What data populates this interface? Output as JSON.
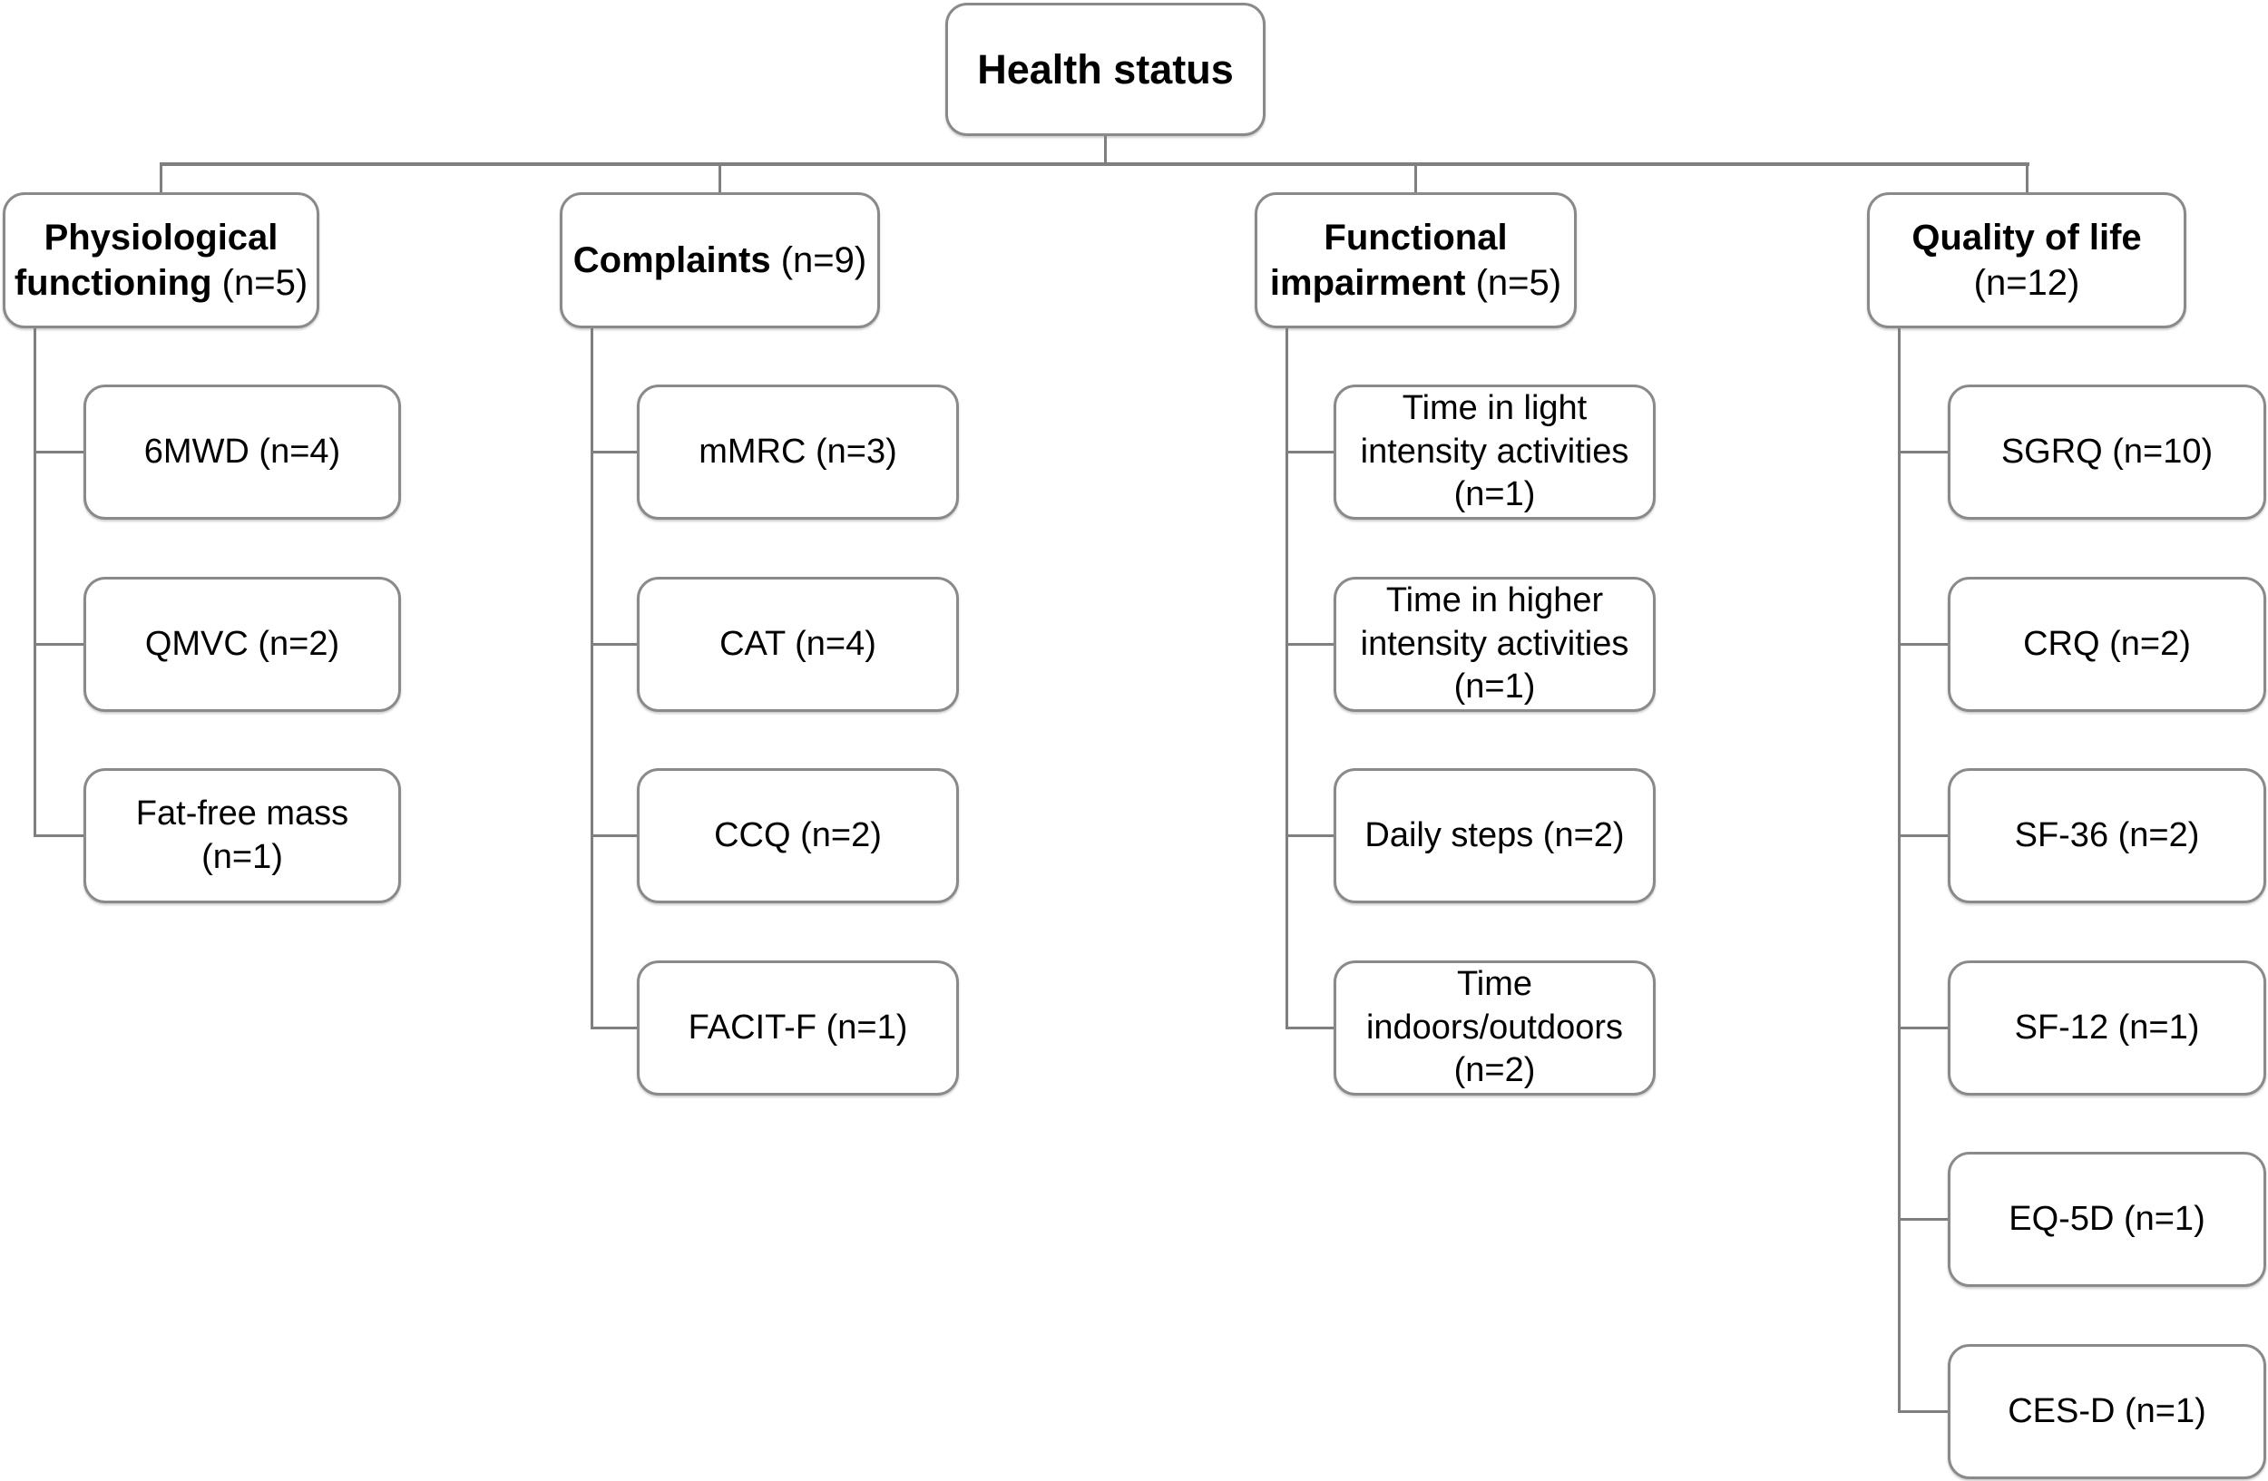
{
  "figure": {
    "description": "Flowchart of health status measurement instruments grouped in four categories",
    "background": "#ffffff",
    "box_fill": "#ffffff",
    "box_border_color": "#8a8a8a",
    "connector_color": "#7f7f7f",
    "text_color": "#000000"
  },
  "root": {
    "id": "health-status",
    "label": "Health status"
  },
  "columns": [
    {
      "id": "physiological-functioning",
      "header": {
        "lines": [
          [
            {
              "text": "Physiological",
              "bold": true
            }
          ],
          [
            {
              "text": "functioning",
              "bold": true
            },
            {
              "text": " (n=5)",
              "bold": false
            }
          ]
        ]
      },
      "children": [
        {
          "id": "6mwd",
          "lines": [
            [
              {
                "text": "6MWD (n=4)",
                "bold": false
              }
            ]
          ]
        },
        {
          "id": "qmvc",
          "lines": [
            [
              {
                "text": "QMVC (n=2)",
                "bold": false
              }
            ]
          ]
        },
        {
          "id": "fat-free-mass",
          "lines": [
            [
              {
                "text": "Fat-free mass",
                "bold": false
              }
            ],
            [
              {
                "text": "(n=1)",
                "bold": false
              }
            ]
          ]
        }
      ]
    },
    {
      "id": "complaints",
      "header": {
        "lines": [
          [
            {
              "text": "Complaints",
              "bold": true
            },
            {
              "text": " (n=9)",
              "bold": false
            }
          ]
        ]
      },
      "children": [
        {
          "id": "mmrc",
          "lines": [
            [
              {
                "text": "mMRC (n=3)",
                "bold": false
              }
            ]
          ]
        },
        {
          "id": "cat",
          "lines": [
            [
              {
                "text": "CAT (n=4)",
                "bold": false
              }
            ]
          ]
        },
        {
          "id": "ccq",
          "lines": [
            [
              {
                "text": "CCQ (n=2)",
                "bold": false
              }
            ]
          ]
        },
        {
          "id": "facit-f",
          "lines": [
            [
              {
                "text": "FACIT-F (n=1)",
                "bold": false
              }
            ]
          ]
        }
      ]
    },
    {
      "id": "functional-impairment",
      "header": {
        "lines": [
          [
            {
              "text": "Functional",
              "bold": true
            }
          ],
          [
            {
              "text": "impairment",
              "bold": true
            },
            {
              "text": " (n=5)",
              "bold": false
            }
          ]
        ]
      },
      "children": [
        {
          "id": "time-in-light-intensity-activities",
          "lines": [
            [
              {
                "text": "Time in light",
                "bold": false
              }
            ],
            [
              {
                "text": "intensity activities",
                "bold": false
              }
            ],
            [
              {
                "text": "(n=1)",
                "bold": false
              }
            ]
          ]
        },
        {
          "id": "time-in-higher-intensity-activities",
          "lines": [
            [
              {
                "text": "Time in higher",
                "bold": false
              }
            ],
            [
              {
                "text": "intensity activities",
                "bold": false
              }
            ],
            [
              {
                "text": "(n=1)",
                "bold": false
              }
            ]
          ]
        },
        {
          "id": "daily-steps",
          "lines": [
            [
              {
                "text": "Daily steps (n=2)",
                "bold": false
              }
            ]
          ]
        },
        {
          "id": "time-indoors-outdoors",
          "lines": [
            [
              {
                "text": "Time",
                "bold": false
              }
            ],
            [
              {
                "text": "indoors/outdoors",
                "bold": false
              }
            ],
            [
              {
                "text": "(n=2)",
                "bold": false
              }
            ]
          ]
        }
      ]
    },
    {
      "id": "quality-of-life",
      "header": {
        "lines": [
          [
            {
              "text": "Quality of life",
              "bold": true
            }
          ],
          [
            {
              "text": "(n=12)",
              "bold": false
            }
          ]
        ]
      },
      "children": [
        {
          "id": "sgrq",
          "lines": [
            [
              {
                "text": "SGRQ (n=10)",
                "bold": false
              }
            ]
          ]
        },
        {
          "id": "crq",
          "lines": [
            [
              {
                "text": "CRQ (n=2)",
                "bold": false
              }
            ]
          ]
        },
        {
          "id": "sf-36",
          "lines": [
            [
              {
                "text": "SF-36 (n=2)",
                "bold": false
              }
            ]
          ]
        },
        {
          "id": "sf-12",
          "lines": [
            [
              {
                "text": "SF-12 (n=1)",
                "bold": false
              }
            ]
          ]
        },
        {
          "id": "eq-5d",
          "lines": [
            [
              {
                "text": "EQ-5D (n=1)",
                "bold": false
              }
            ]
          ]
        },
        {
          "id": "ces-d",
          "lines": [
            [
              {
                "text": "CES-D (n=1)",
                "bold": false
              }
            ]
          ]
        }
      ]
    }
  ]
}
